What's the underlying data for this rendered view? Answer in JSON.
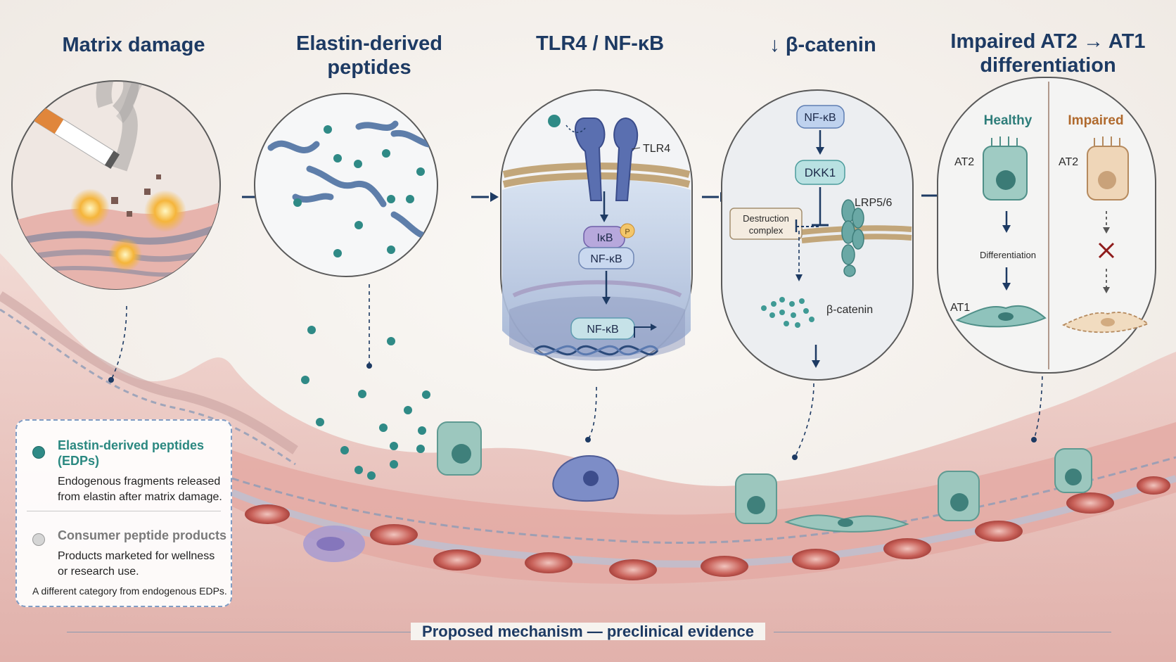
{
  "steps": [
    {
      "title": "Matrix damage"
    },
    {
      "title": "Elastin-derived\npeptides"
    },
    {
      "title": "TLR4 / NF-κB"
    },
    {
      "title": "↓ β-catenin"
    },
    {
      "title": "Impaired AT2 → AT1\ndifferentiation"
    }
  ],
  "tlr4_panel": {
    "receptor_label": "TLR4",
    "ikb_label": "IκB",
    "phospho_label": "P",
    "nfkb_label": "NF-κB",
    "nfkb_nucleus_label": "NF-κB"
  },
  "catenin_panel": {
    "nfkb_label": "NF-κB",
    "dkk1_label": "DKK1",
    "lrp_label": "LRP5/6",
    "destruction_label": "Destruction\ncomplex",
    "catenin_label": "β-catenin"
  },
  "diff_panel": {
    "healthy_label": "Healthy",
    "impaired_label": "Impaired",
    "at2_label_left": "AT2",
    "at2_label_right": "AT2",
    "differentiation_label": "Differentiation",
    "at1_label": "AT1"
  },
  "legend": {
    "edp_heading": "Elastin-derived peptides\n(EDPs)",
    "edp_text": "Endogenous fragments released\nfrom elastin after matrix damage.",
    "consumer_heading": "Consumer peptide products",
    "consumer_text": "Products marketed for wellness\nor research use.",
    "note": "A different category from endogenous EDPs."
  },
  "footer": {
    "caption": "Proposed mechanism — preclinical evidence"
  },
  "colors": {
    "navy": "#1d3a63",
    "teal": "#2f8a86",
    "tissue": "#e8b9b4",
    "healthy": "#2e7d7a",
    "impaired": "#b06a2e",
    "inhibit": "#8e1b1b"
  }
}
